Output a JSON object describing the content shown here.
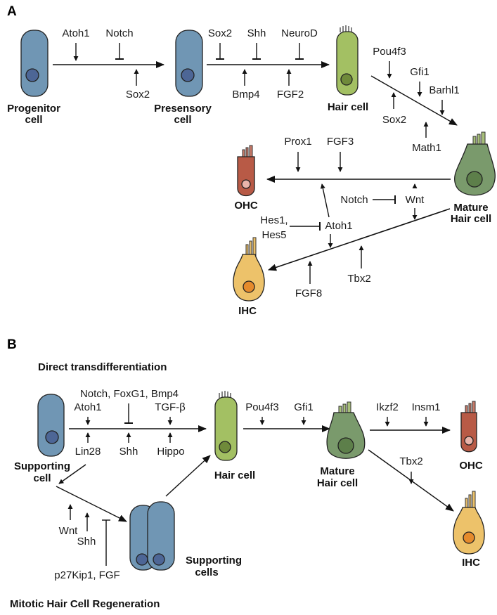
{
  "panel_a": {
    "letter": "A",
    "progenitor": [
      "Progenitor",
      "cell"
    ],
    "presensory": [
      "Presensory",
      "cell"
    ],
    "hair_cell": "Hair cell",
    "mature": [
      "Mature",
      "Hair cell"
    ],
    "ohc": "OHC",
    "ihc": "IHC",
    "factors": {
      "atoh1_top": "Atoh1",
      "notch_top": "Notch",
      "sox2_below": "Sox2",
      "sox2_top": "Sox2",
      "shh_top": "Shh",
      "neurod": "NeuroD",
      "bmp4": "Bmp4",
      "fgf2": "FGF2",
      "pou4f3": "Pou4f3",
      "gfi1": "Gfi1",
      "barhl1": "Barhl1",
      "sox2_diag": "Sox2",
      "math1": "Math1",
      "prox1": "Prox1",
      "fgf3": "FGF3",
      "notch_mid": "Notch",
      "wnt_mid": "Wnt",
      "hes1": "Hes1,",
      "hes5": "Hes5",
      "atoh1_mid": "Atoh1",
      "tbx2": "Tbx2",
      "fgf8": "FGF8"
    }
  },
  "panel_b": {
    "letter": "B",
    "direct_title": "Direct transdifferentiation",
    "mitotic_title": "Mitotic Hair Cell Regeneration",
    "supporting": [
      "Supporting",
      "cell"
    ],
    "supporting_pl": [
      "Supporting",
      "cells"
    ],
    "hair_cell": "Hair cell",
    "mature": [
      "Mature",
      "Hair cell"
    ],
    "ohc": "OHC",
    "ihc": "IHC",
    "factors": {
      "notch_foxg1_bmp4": "Notch, FoxG1, Bmp4",
      "atoh1": "Atoh1",
      "tgfb": "TGF-β",
      "lin28": "Lin28",
      "shh": "Shh",
      "hippo": "Hippo",
      "pou4f3": "Pou4f3",
      "gfi1": "Gfi1",
      "ikzf2": "Ikzf2",
      "insm1": "Insm1",
      "tbx2": "Tbx2",
      "wnt": "Wnt",
      "shh_low": "Shh",
      "p27_fgf": "p27Kip1, FGF"
    }
  },
  "colors": {
    "progenitor_blue": "#7096b4",
    "nucleus_blue": "#4d6696",
    "hair_green": "#a3c063",
    "hair_nucleus": "#6f8a3a",
    "mature_green": "#7a9a6c",
    "ohc_red": "#b85a46",
    "ohc_nucleus": "#e9b4aa",
    "ihc_yellow": "#edc26a",
    "ihc_nucleus": "#e58a2c"
  }
}
